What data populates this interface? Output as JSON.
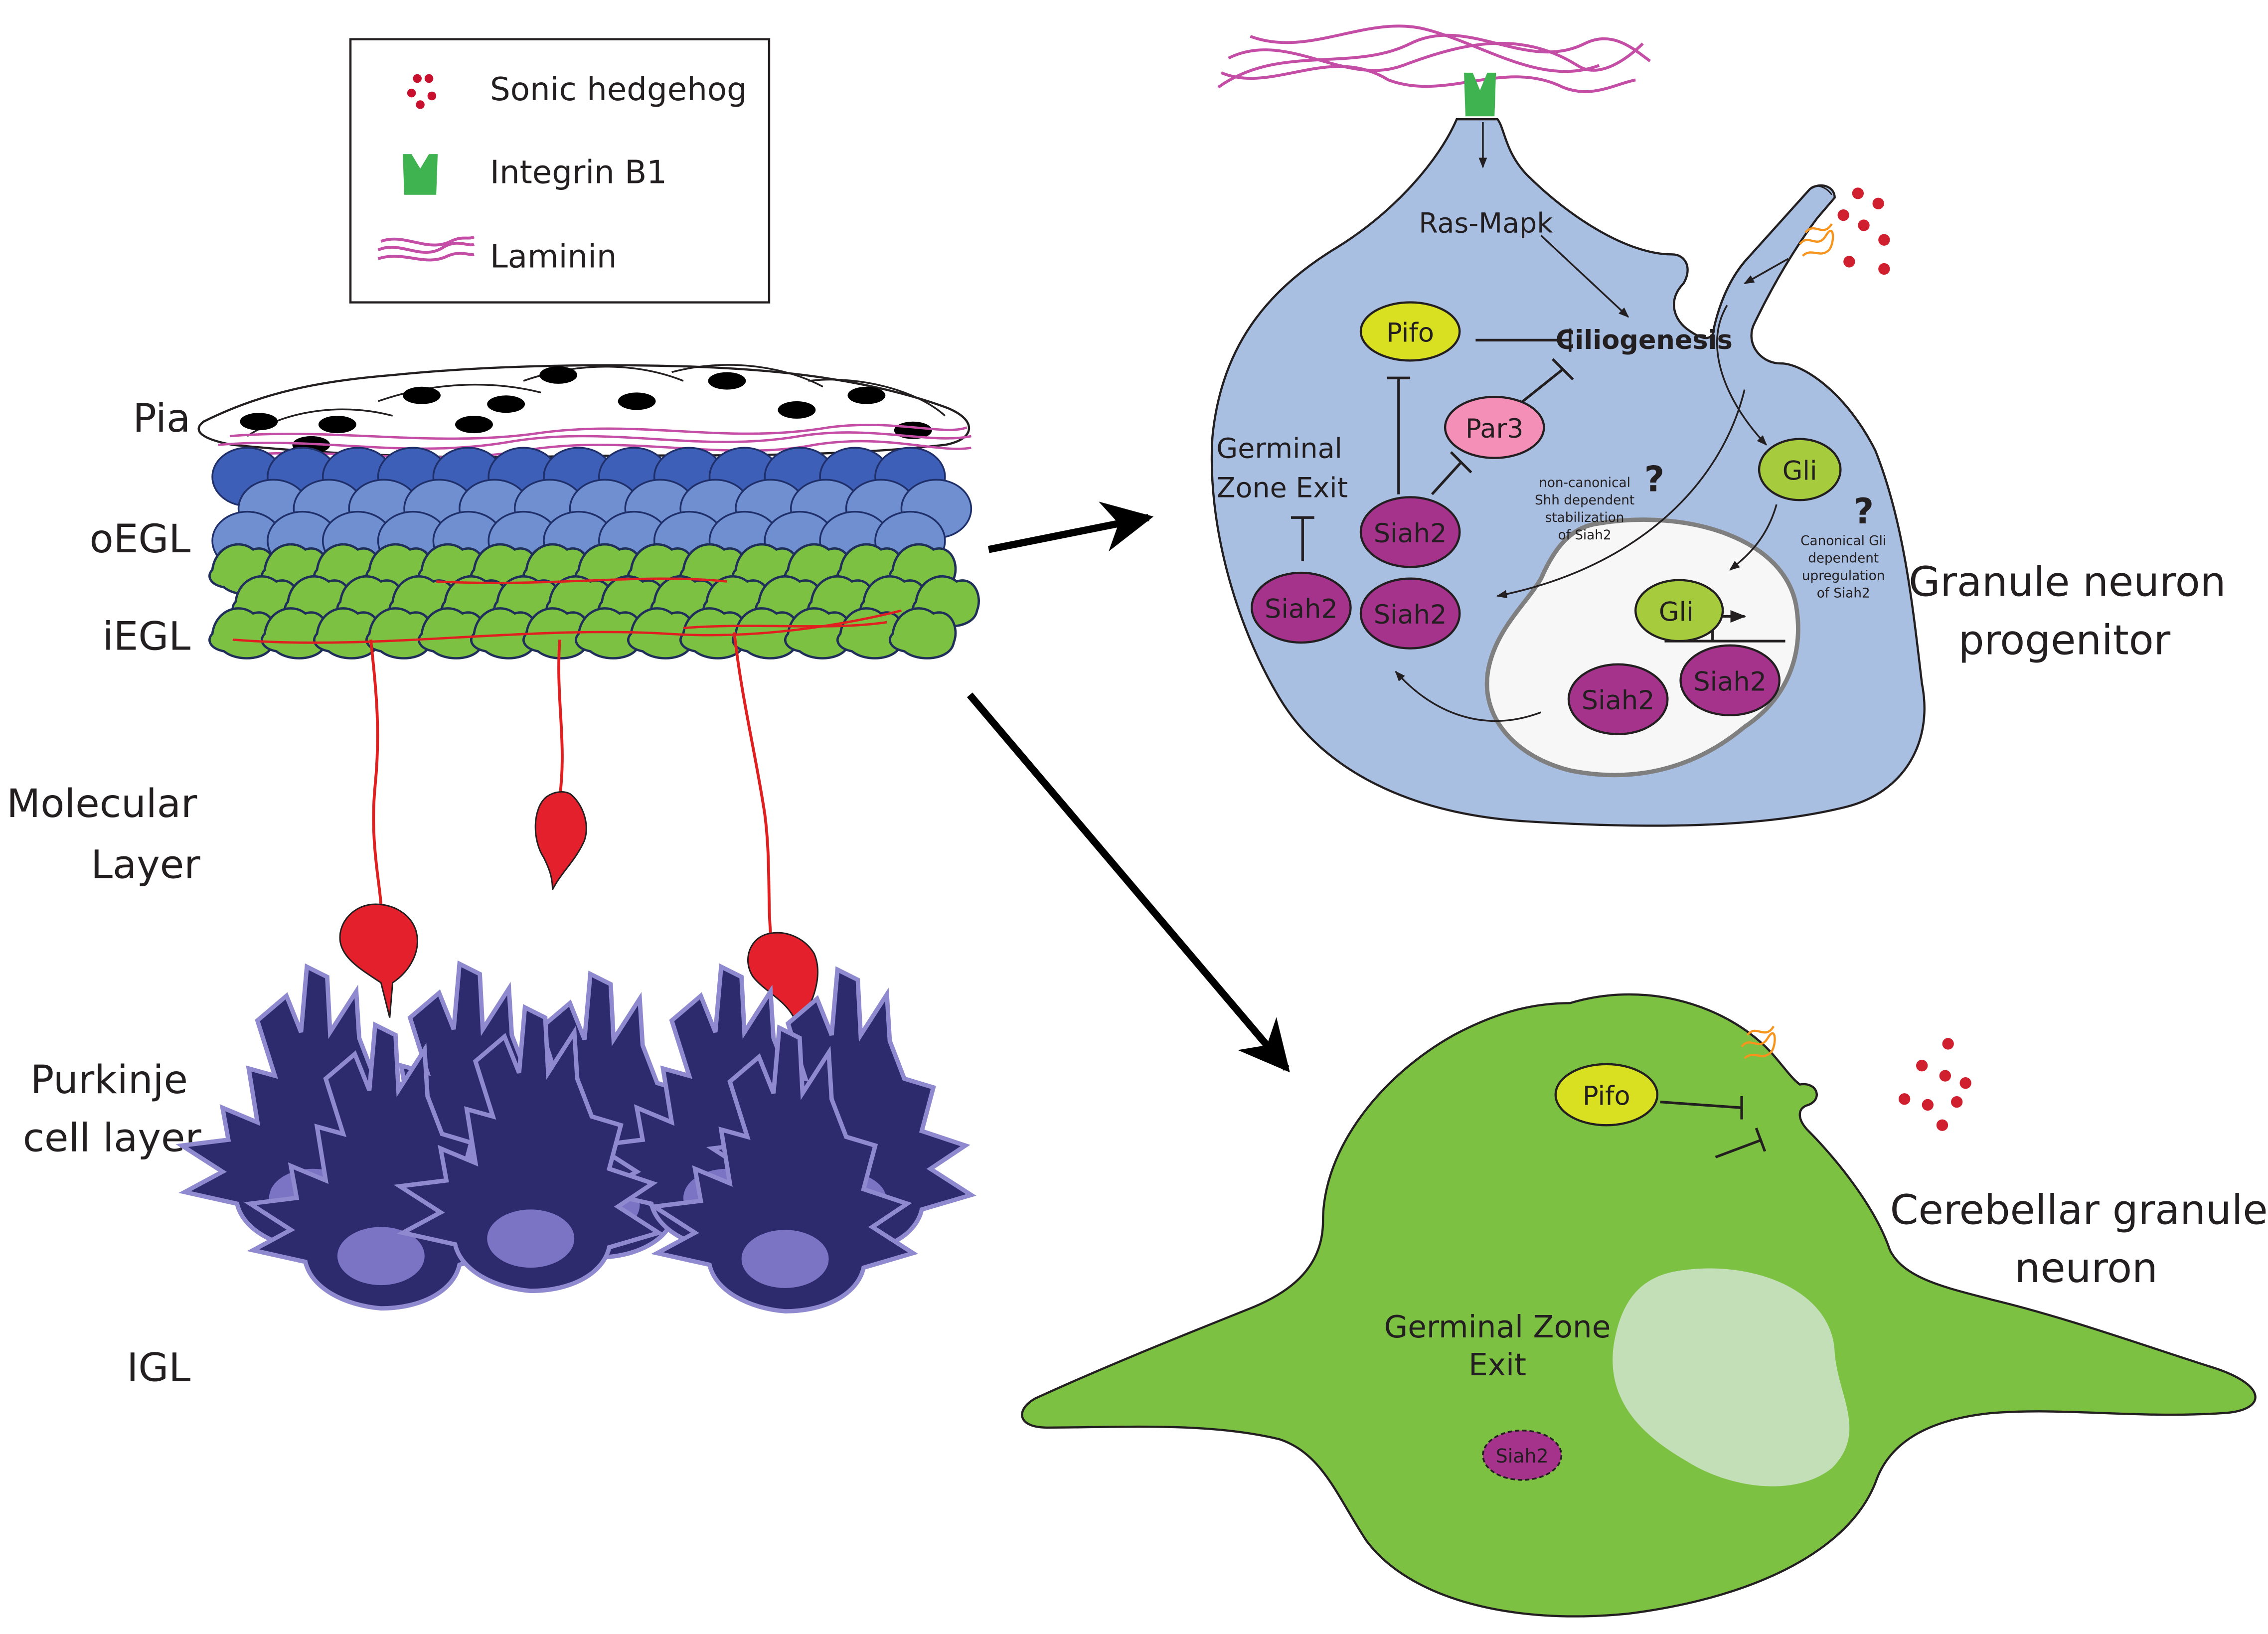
{
  "legend": {
    "items": [
      {
        "label": "Sonic hedgehog",
        "icon": "sonic-hedgehog-dots-icon",
        "color": "#c8102e"
      },
      {
        "label": "Integrin B1",
        "icon": "integrin-receptor-icon",
        "color": "#3fb34f"
      },
      {
        "label": "Laminin",
        "icon": "laminin-fibers-icon",
        "color": "#c44da6"
      }
    ]
  },
  "layers": {
    "pia": "Pia",
    "oegl": "oEGL",
    "iegl": "iEGL",
    "molecular_1": "Molecular",
    "molecular_2": "Layer",
    "purkinje_1": "Purkinje",
    "purkinje_2": "cell layer",
    "igl": "IGL"
  },
  "progenitor": {
    "title_1": "Granule neuron",
    "title_2": "progenitor",
    "ras_mapk": "Ras-Mapk",
    "ciliogenesis": "Ciliogenesis",
    "pifo": "Pifo",
    "par3": "Par3",
    "germinal_1": "Germinal",
    "germinal_2": "Zone Exit",
    "siah2": "Siah2",
    "gli": "Gli",
    "question": "?",
    "noncanonical": [
      "non-canonical",
      "Shh dependent",
      "stabilization",
      "of Siah2"
    ],
    "canonical": [
      "Canonical Gli",
      "dependent",
      "upregulation",
      "of Siah2"
    ]
  },
  "neuron": {
    "title_1": "Cerebellar granule",
    "title_2": "neuron",
    "pifo": "Pifo",
    "germinal_1": "Germinal Zone",
    "germinal_2": "Exit",
    "siah2": "Siah2"
  },
  "colors": {
    "progenitor_cell": "#a9bfe2",
    "neuron_cell": "#7dc142",
    "purkinje": "#2d2a6e",
    "siah2": "#a5338c",
    "pifo": "#d9e021",
    "par3": "#f48fb8",
    "gli": "#a6cc3d",
    "shh": "#d0202f",
    "laminin": "#c44da6",
    "integrin": "#3fb34f"
  }
}
